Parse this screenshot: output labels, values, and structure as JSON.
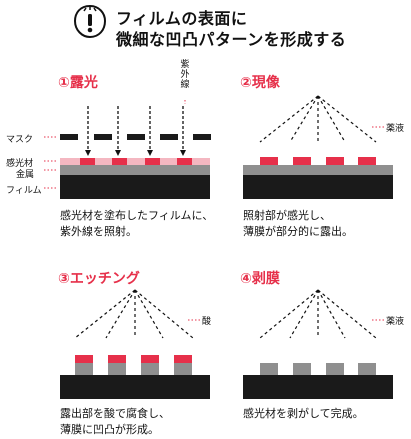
{
  "header": {
    "title_line1": "フィルムの表面に",
    "title_line2": "微細な凹凸パターンを形成する"
  },
  "panels": [
    {
      "title": "①露光",
      "caption_line1": "感光材を塗布したフィルムに、",
      "caption_line2": "紫外線を照射。",
      "uv_label": [
        "紫",
        "外",
        "線"
      ],
      "layer_labels": {
        "mask": "マスク",
        "photoresist": "感光材",
        "metal": "金属",
        "film": "フィルム"
      }
    },
    {
      "title": "②現像",
      "caption_line1": "照射部が感光し、",
      "caption_line2": "薄膜が部分的に露出。",
      "side_label": "薬液"
    },
    {
      "title": "③エッチング",
      "caption_line1": "露出部を酸で腐食し、",
      "caption_line2": "薄膜に凹凸が形成。",
      "side_label": "酸"
    },
    {
      "title": "④剥膜",
      "caption_line1": "感光材を剥がして完成。",
      "caption_line2": "",
      "side_label": "薬液"
    }
  ],
  "colors": {
    "accent": "#e6304a",
    "photoresist_light": "#f4b7c1",
    "metal": "#8f8f8f",
    "film": "#1a1a1a",
    "mask": "#1a1a1a",
    "dotted": "#e6304a"
  }
}
